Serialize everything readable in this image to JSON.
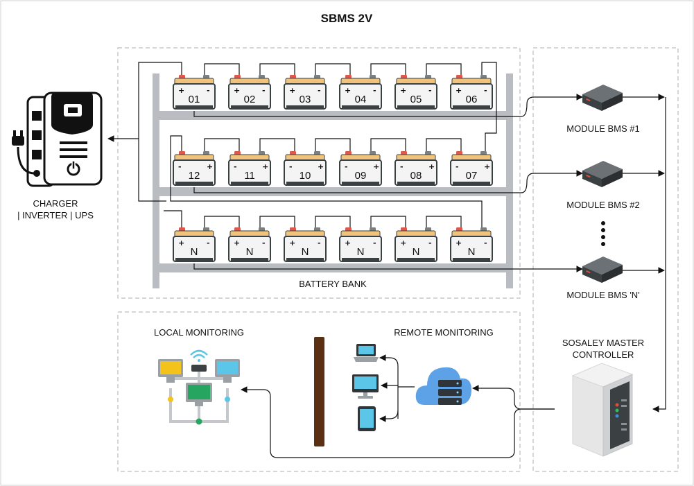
{
  "title": "SBMS 2V",
  "battery_bank": {
    "label": "BATTERY BANK",
    "rows": [
      {
        "cells": [
          "01",
          "02",
          "03",
          "04",
          "05",
          "06"
        ]
      },
      {
        "cells": [
          "12",
          "11",
          "10",
          "09",
          "08",
          "07"
        ]
      },
      {
        "cells": [
          "N",
          "N",
          "N",
          "N",
          "N",
          "N"
        ]
      }
    ]
  },
  "charger": {
    "line1": "CHARGER",
    "line2": "| INVERTER | UPS"
  },
  "module_bms": [
    {
      "label": "MODULE BMS #1"
    },
    {
      "label": "MODULE BMS #2"
    },
    {
      "label": "MODULE BMS 'N'"
    }
  ],
  "master": {
    "line1": "SOSALEY MASTER",
    "line2": "CONTROLLER"
  },
  "local_monitoring": "LOCAL MONITORING",
  "remote_monitoring": "REMOTE MONITORING",
  "colors": {
    "wire": "#111111",
    "rack": "#b9bcc0",
    "battery_top": "#f1c27a",
    "battery_body": "#f4f4f4",
    "pole": "#5a2f12",
    "device_dark": "#3b4043",
    "cloud": "#5da1e6",
    "screen_yellow": "#f3c21b",
    "screen_blue": "#5cc6e8",
    "screen_green": "#25a55f"
  },
  "icons": [
    "power-plug-icon",
    "power-button-icon",
    "wifi-icon",
    "laptop-icon",
    "desktop-icon",
    "tablet-icon",
    "cloud-server-icon",
    "server-tower-icon",
    "bms-device-icon"
  ]
}
